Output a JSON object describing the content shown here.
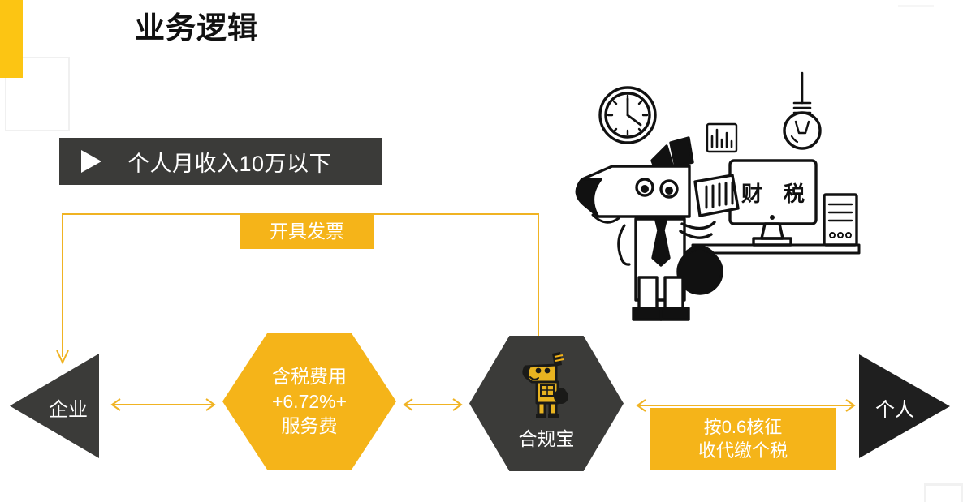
{
  "slide": {
    "title": "业务逻辑",
    "background_color": "#ffffff",
    "accent_yellow": "#FCC513",
    "hex_yellow": "#F5B419",
    "dark": "#3b3b39",
    "dark_strong": "#1f1f1f"
  },
  "banner": {
    "play_icon": "play-triangle-icon",
    "label": "个人月收入10万以下"
  },
  "flow": {
    "nodes": [
      {
        "id": "enterprise",
        "shape": "triangle-left",
        "label": "企业",
        "fill": "#3b3b39",
        "text_color": "#ffffff"
      },
      {
        "id": "fee",
        "shape": "hexagon",
        "label": "含税费用\n+6.72%+\n服务费",
        "fill": "#F5B419",
        "text_color": "#ffffff"
      },
      {
        "id": "heguibao",
        "shape": "hexagon",
        "label": "合规宝",
        "fill": "#3b3b39",
        "text_color": "#ffffff",
        "icon": "dog-mascot-icon"
      },
      {
        "id": "individual",
        "shape": "triangle-right",
        "label": "个人",
        "fill": "#1f1f1f",
        "text_color": "#ffffff"
      }
    ],
    "edges": [
      {
        "id": "invoice",
        "label": "开具发票",
        "from": "heguibao",
        "to": "enterprise",
        "style": "elbow-arrow",
        "color": "#F0B323"
      },
      {
        "id": "ent-fee",
        "label": "",
        "from": "enterprise",
        "to": "fee",
        "style": "double-arrow",
        "color": "#F0B323"
      },
      {
        "id": "fee-hgb",
        "label": "",
        "from": "fee",
        "to": "heguibao",
        "style": "double-arrow",
        "color": "#F0B323"
      },
      {
        "id": "tax",
        "label": "按0.6核征\n收代缴个税",
        "from": "heguibao",
        "to": "individual",
        "style": "double-arrow",
        "color": "#F0B323"
      }
    ]
  },
  "illustration": {
    "name": "finance-dog-illustration",
    "monitor_text": "财 税",
    "elements": [
      "wall-clock-icon",
      "bar-chart-icon",
      "light-bulb-icon",
      "monitor-icon",
      "computer-tower-icon",
      "dog-character-icon",
      "desk-icon"
    ]
  }
}
